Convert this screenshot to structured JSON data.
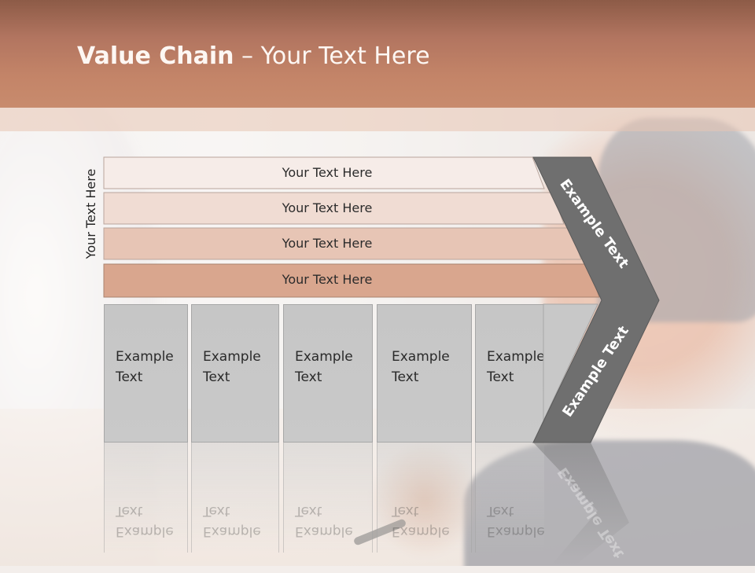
{
  "slide": {
    "title_bold": "Value Chain",
    "title_rest": " – Your Text Here",
    "side_label": "Your Text Here"
  },
  "support_bars": [
    {
      "label": "Your Text Here",
      "fill": "#f6ece8"
    },
    {
      "label": "Your Text Here",
      "fill": "#f0dcd3"
    },
    {
      "label": "Your Text Here",
      "fill": "#e7c5b5"
    },
    {
      "label": "Your Text Here",
      "fill": "#d9a68e"
    }
  ],
  "primary_columns": [
    {
      "line1": "Example",
      "line2": "Text"
    },
    {
      "line1": "Example",
      "line2": "Text"
    },
    {
      "line1": "Example",
      "line2": "Text"
    },
    {
      "line1": "Example",
      "line2": "Text"
    },
    {
      "line1": "Example",
      "line2": "Text"
    }
  ],
  "chevron": {
    "top_label": "Example Text",
    "bottom_label": "Example Text",
    "fill": "#6f6f6f"
  },
  "colors": {
    "header": "#c38468",
    "column_fill": "#c8c8c8"
  }
}
